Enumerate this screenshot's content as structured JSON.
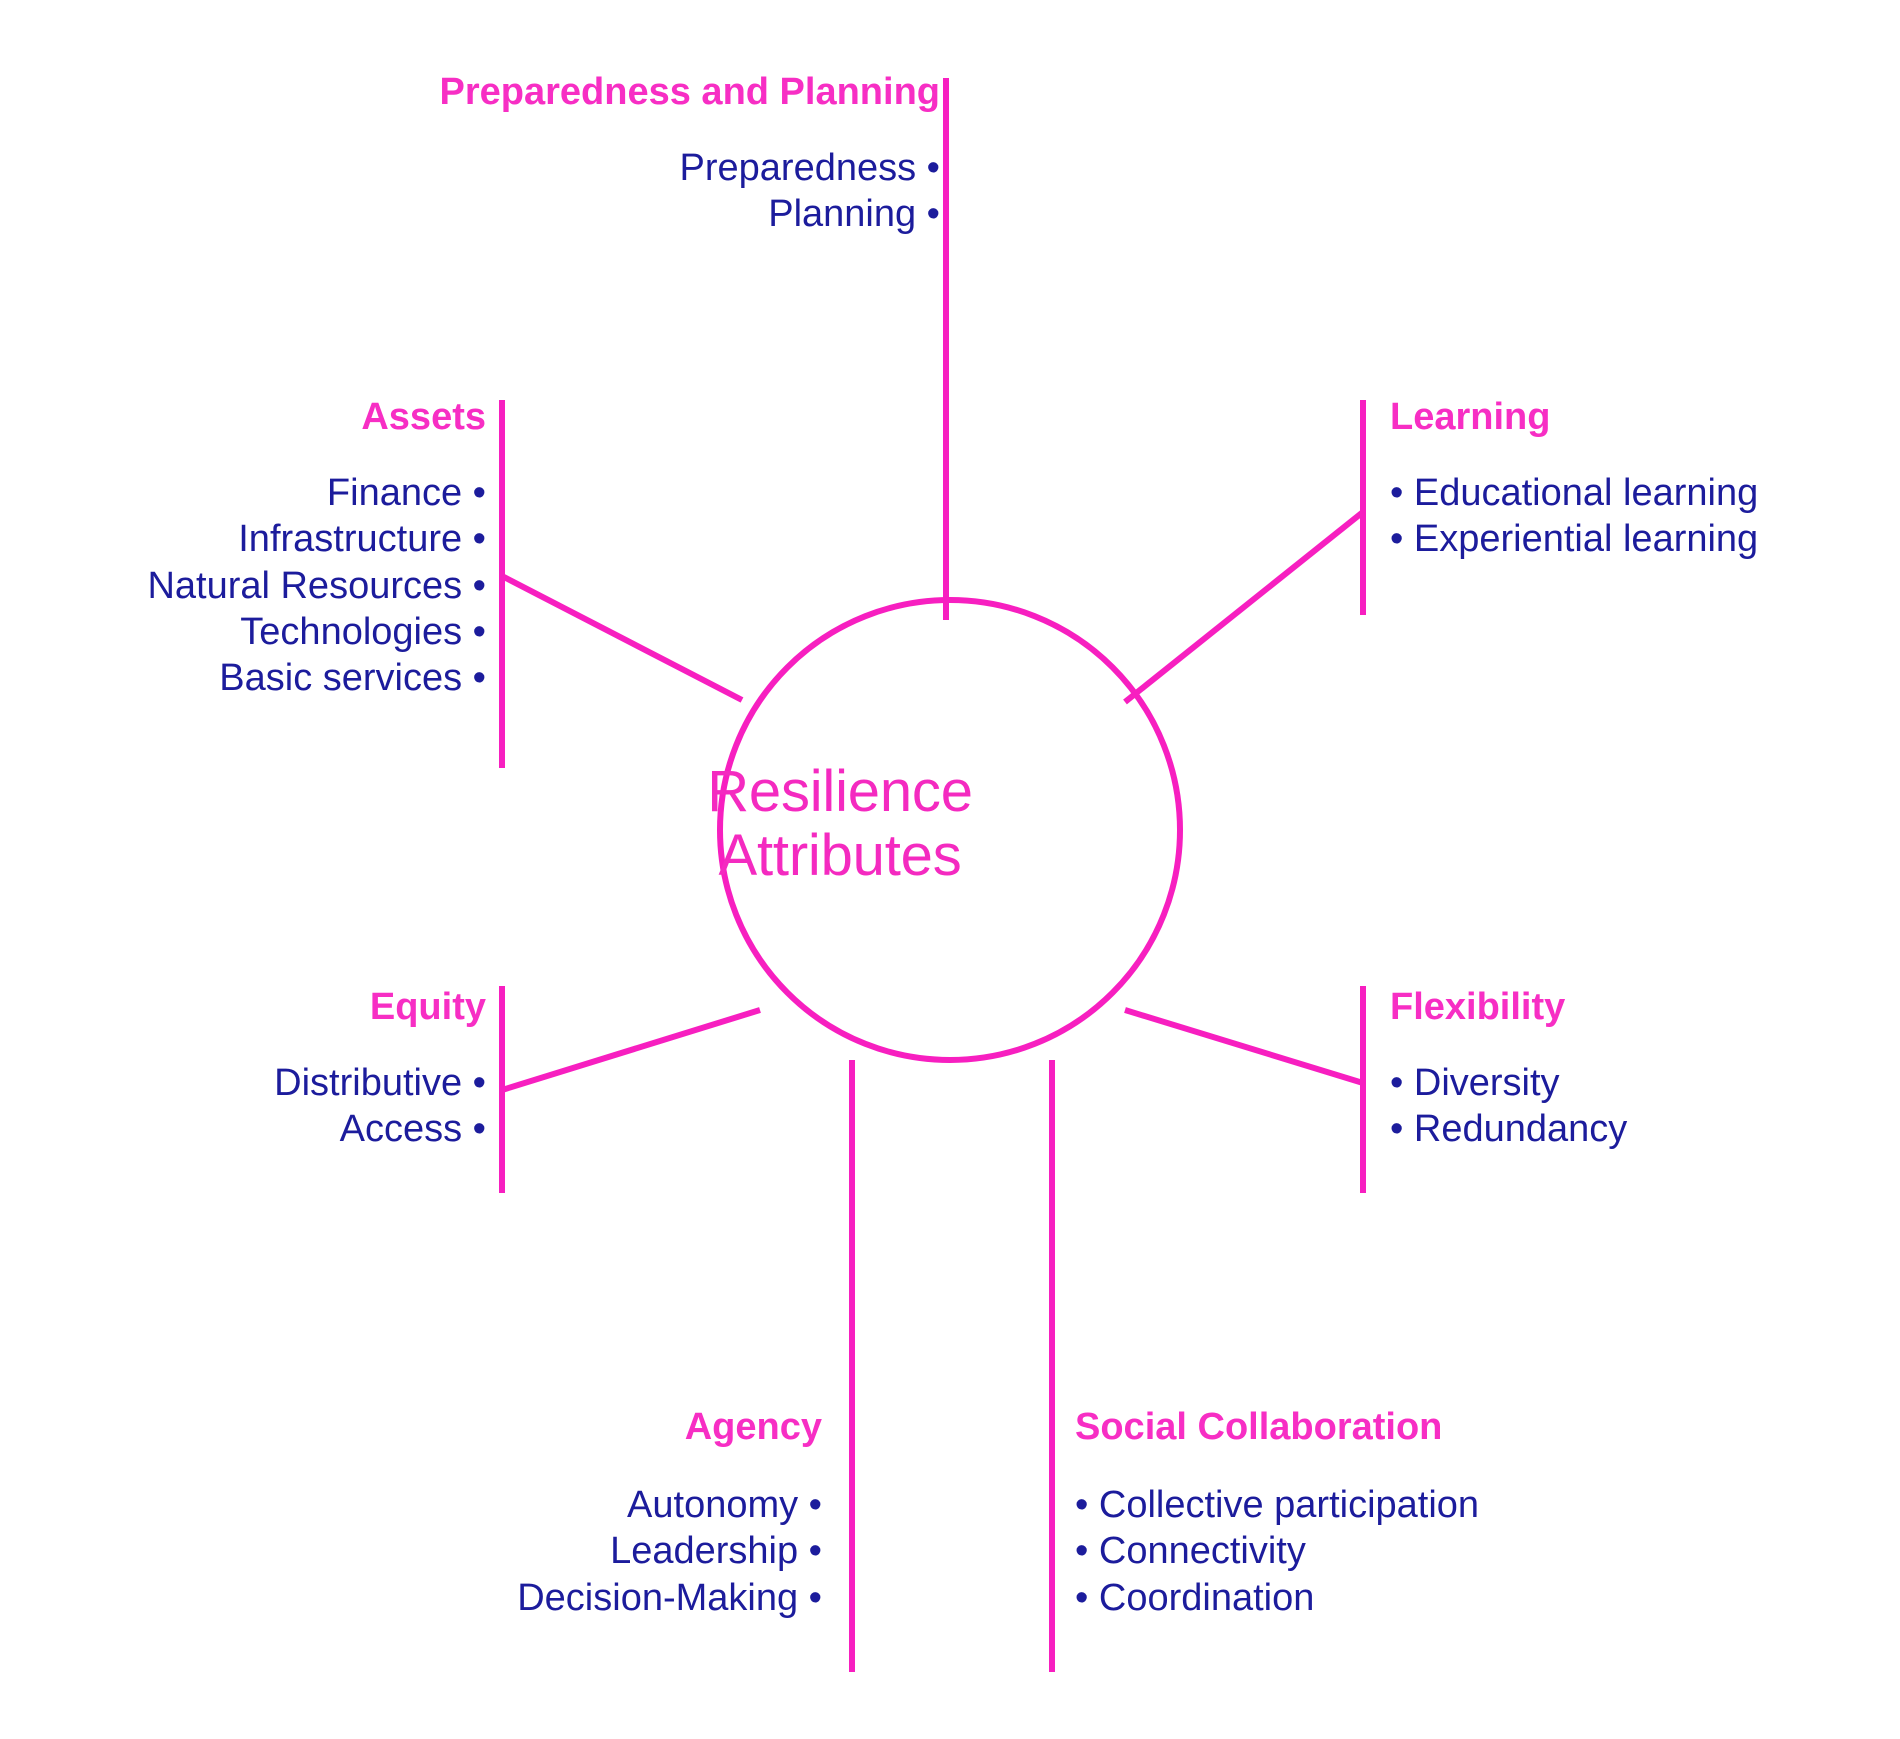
{
  "diagram": {
    "title": "Resilience Attributes Diagram",
    "colors": {
      "line": "#f71fc0",
      "heading": "#f72ec4",
      "item_text": "#1c1c9c",
      "hub_text": "#f42ac0",
      "background": "#ffffff"
    },
    "hub": {
      "label": "Resilience\nAttributes"
    },
    "branches": [
      {
        "id": "preparedness",
        "heading": "Preparedness and Planning",
        "side": "top",
        "items": [
          "Preparedness",
          "Planning"
        ]
      },
      {
        "id": "assets",
        "heading": "Assets",
        "side": "left",
        "items": [
          "Finance",
          "Infrastructure",
          "Natural Resources",
          "Technologies",
          "Basic services"
        ]
      },
      {
        "id": "equity",
        "heading": "Equity",
        "side": "left",
        "items": [
          "Distributive",
          "Access"
        ]
      },
      {
        "id": "agency",
        "heading": "Agency",
        "side": "left",
        "items": [
          "Autonomy",
          "Leadership",
          "Decision-Making"
        ]
      },
      {
        "id": "learning",
        "heading": "Learning",
        "side": "right",
        "items": [
          "Educational learning",
          "Experiential learning"
        ]
      },
      {
        "id": "flexibility",
        "heading": "Flexibility",
        "side": "right",
        "items": [
          "Diversity",
          "Redundancy"
        ]
      },
      {
        "id": "social_collaboration",
        "heading": "Social Collaboration",
        "side": "right",
        "items": [
          "Collective participation",
          "Connectivity",
          "Coordination"
        ]
      }
    ]
  }
}
